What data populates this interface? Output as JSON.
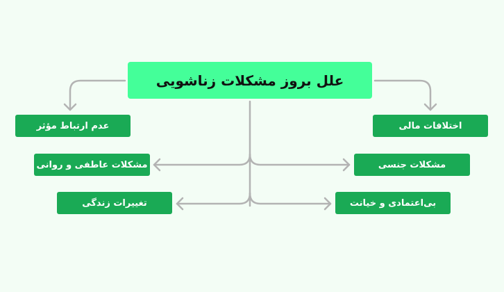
{
  "diagram": {
    "title": "علل بروز مشکلات زناشویی",
    "colors": {
      "background": "#f3fdf5",
      "root": "#44ff99",
      "leaf": "#1aaa55",
      "connector": "#b3b3b3"
    },
    "left_nodes": [
      {
        "label": "عدم ارتباط مؤثر"
      },
      {
        "label": "مشکلات عاطفی و روانی"
      },
      {
        "label": "تغییرات زندگی"
      }
    ],
    "right_nodes": [
      {
        "label": "اختلافات مالی"
      },
      {
        "label": "مشکلات جنسی"
      },
      {
        "label": "بی‌اعتمادی و خیانت"
      }
    ]
  }
}
